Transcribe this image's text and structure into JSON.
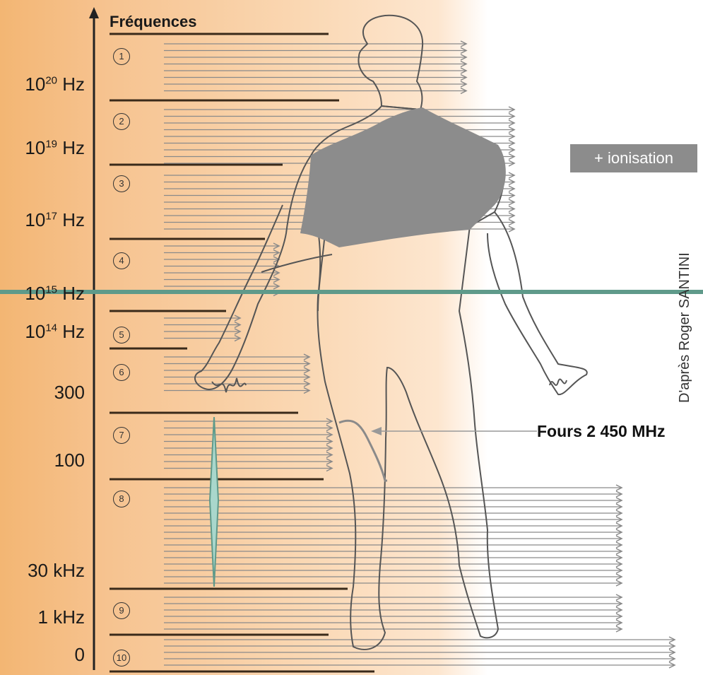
{
  "title": "Fréquences",
  "frequency_labels": [
    {
      "sup_base": "10",
      "sup": "20",
      "unit": " Hz"
    },
    {
      "sup_base": "10",
      "sup": "19",
      "unit": " Hz"
    },
    {
      "sup_base": "10",
      "sup": "17",
      "unit": " Hz"
    },
    {
      "sup_base": "10",
      "sup": "15",
      "unit": " Hz"
    },
    {
      "sup_base": "10",
      "sup": "14",
      "unit": " Hz"
    },
    {
      "text": "300"
    },
    {
      "text": "100"
    },
    {
      "text": "30 kHz"
    },
    {
      "text": "1 kHz"
    },
    {
      "text": "0"
    }
  ],
  "band_numbers": [
    "1",
    "2",
    "3",
    "4",
    "5",
    "6",
    "7",
    "8",
    "9",
    "10"
  ],
  "ionisation_label": "+ ionisation",
  "oven_label": "Fours 2 450 MHz",
  "credit": "D'après Roger SANTINI",
  "colors": {
    "accent_line": "#5f9a8a",
    "body_fill": "#8c8c8c",
    "arrow": "#8a8a8a",
    "axis": "#222222"
  }
}
